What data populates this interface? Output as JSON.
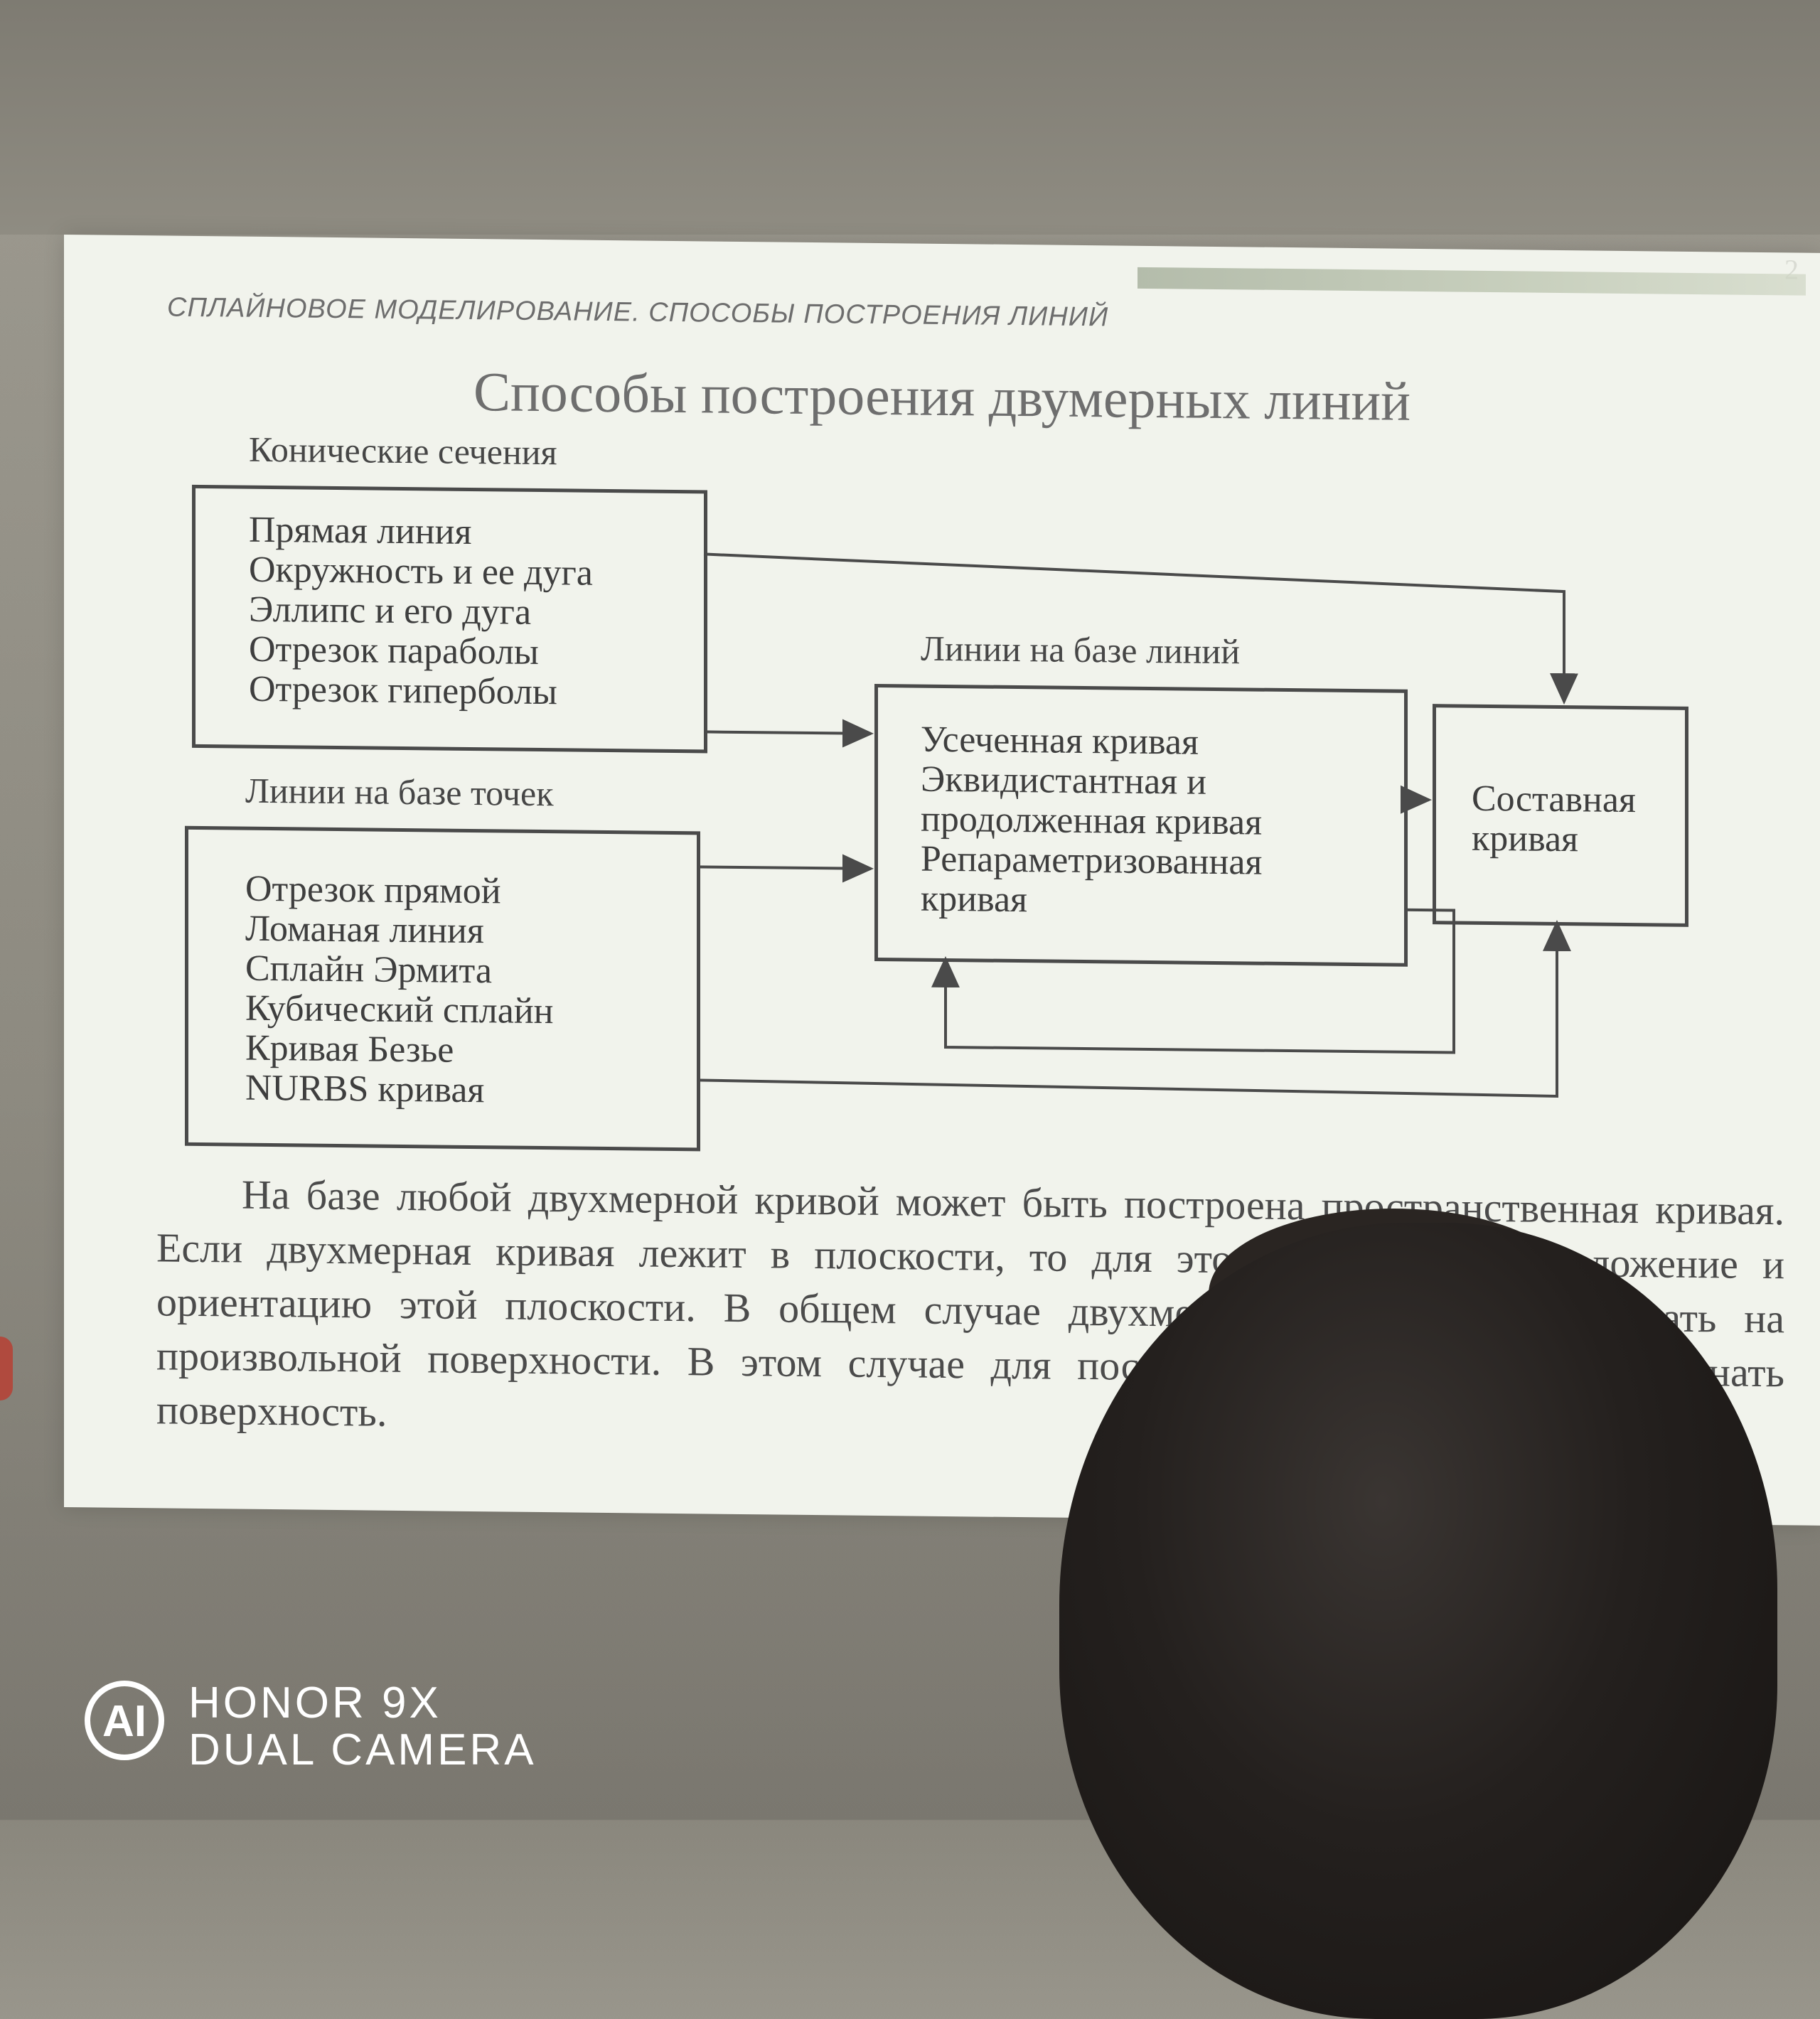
{
  "slide": {
    "number": "2",
    "running_head": "СПЛАЙНОВОЕ МОДЕЛИРОВАНИЕ. СПОСОБЫ ПОСТРОЕНИЯ ЛИНИЙ",
    "title": "Способы построения двумерных линий"
  },
  "diagram": {
    "conic": {
      "label": "Конические сечения",
      "items": [
        "Прямая линия",
        "Окружность и ее дуга",
        "Эллипс и его дуга",
        "Отрезок параболы",
        "Отрезок гиперболы"
      ]
    },
    "points": {
      "label": "Линии на базе точек",
      "items": [
        "Отрезок прямой",
        "Ломаная линия",
        "Сплайн Эрмита",
        "Кубический сплайн",
        "Кривая Безье",
        "NURBS кривая"
      ]
    },
    "lines": {
      "label": "Линии на базе линий",
      "items": [
        "Усеченная кривая",
        "Эквидистантная и",
        "продолженная кривая",
        "Репараметризованная",
        "кривая"
      ]
    },
    "composite": {
      "items": [
        "Составная",
        "кривая"
      ]
    }
  },
  "paragraph": "На базе любой двухмерной кривой может быть построена пространственная кривая. Если двухмерная кривая лежит в плоскости, то для этого нужно знать положение и ориентацию этой плоскости. В общем случае двухмерные кривые могут лежать на произвольной поверхности. В этом случае для построения кривой необходимо знать поверхность.",
  "watermark": {
    "logo_text": "AI",
    "line1": "HONOR 9X",
    "line2": "DUAL CAMERA"
  }
}
